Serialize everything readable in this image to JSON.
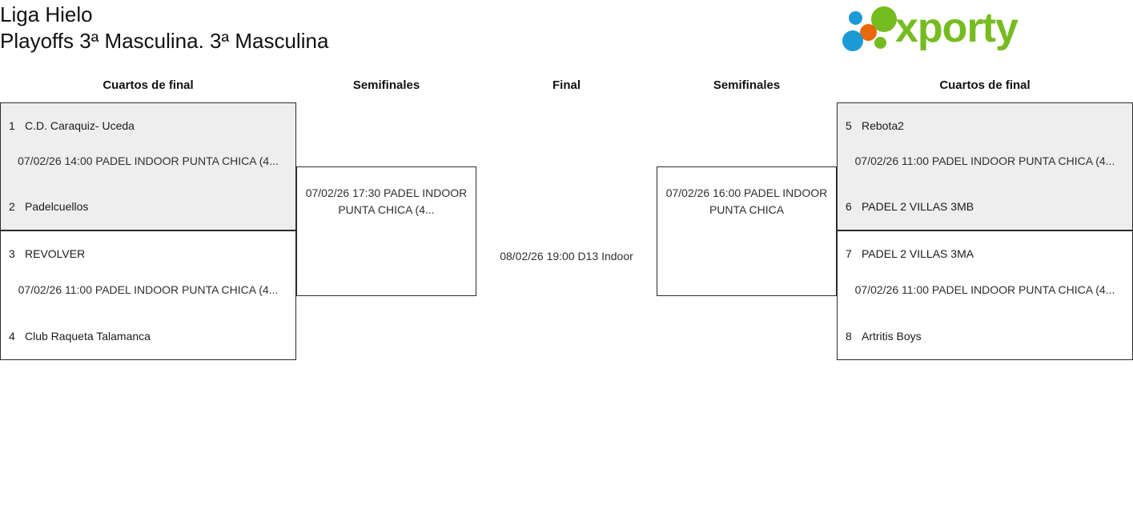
{
  "header": {
    "title": "Liga Hielo",
    "subtitle": "Playoffs 3ª Masculina. 3ª Masculina",
    "logo": {
      "wordmark": "xporty",
      "colors": {
        "green": "#76bc21",
        "blue": "#1b9ad6",
        "orange": "#e8690a"
      }
    }
  },
  "rounds": {
    "quarterfinals_left": "Cuartos de final",
    "semifinals_left": "Semifinales",
    "final": "Final",
    "semifinals_right": "Semifinales",
    "quarterfinals_right": "Cuartos de final"
  },
  "bracket": {
    "quarterfinals": [
      {
        "id": "qf1",
        "side": "left",
        "shaded": true,
        "top_team": {
          "seed": "1",
          "name": "C.D. Caraquiz- Uceda"
        },
        "bottom_team": {
          "seed": "2",
          "name": "Padelcuellos"
        },
        "match_info": "07/02/26 14:00 PADEL INDOOR PUNTA CHICA (4..."
      },
      {
        "id": "qf2",
        "side": "left",
        "shaded": false,
        "top_team": {
          "seed": "3",
          "name": "REVOLVER"
        },
        "bottom_team": {
          "seed": "4",
          "name": "Club Raqueta Talamanca"
        },
        "match_info": "07/02/26 11:00 PADEL INDOOR PUNTA CHICA (4..."
      },
      {
        "id": "qf3",
        "side": "right",
        "shaded": true,
        "top_team": {
          "seed": "5",
          "name": "Rebota2"
        },
        "bottom_team": {
          "seed": "6",
          "name": "PADEL 2 VILLAS 3MB"
        },
        "match_info": "07/02/26 11:00 PADEL INDOOR PUNTA CHICA (4..."
      },
      {
        "id": "qf4",
        "side": "right",
        "shaded": false,
        "top_team": {
          "seed": "7",
          "name": "PADEL 2 VILLAS 3MA"
        },
        "bottom_team": {
          "seed": "8",
          "name": "Artritis Boys"
        },
        "match_info": "07/02/26 11:00 PADEL INDOOR PUNTA CHICA (4..."
      }
    ],
    "semifinals": [
      {
        "id": "sf1",
        "side": "left",
        "match_info": "07/02/26 17:30 PADEL INDOOR PUNTA CHICA (4..."
      },
      {
        "id": "sf2",
        "side": "right",
        "match_info": "07/02/26 16:00 PADEL INDOOR PUNTA CHICA"
      }
    ],
    "final": {
      "id": "f1",
      "match_info": "08/02/26 19:00 D13 Indoor"
    }
  }
}
